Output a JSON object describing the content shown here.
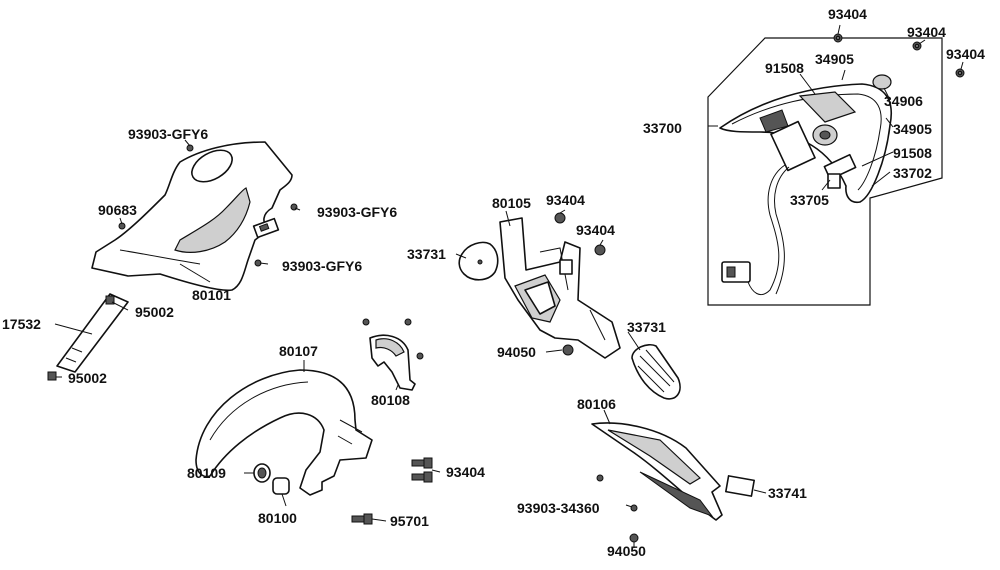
{
  "labels": {
    "p93404_a": "93404",
    "p93404_b": "93404",
    "p93404_c": "93404",
    "p91508_a": "91508",
    "p34905_a": "34905",
    "p34906": "34906",
    "p33700": "33700",
    "p34905_b": "34905",
    "p91508_b": "91508",
    "p33702": "33702",
    "p33705": "33705",
    "p93903_gfy6_a": "93903-GFY6",
    "p93903_gfy6_b": "93903-GFY6",
    "p93903_gfy6_c": "93903-GFY6",
    "p90683": "90683",
    "p80101": "80101",
    "p95002_a": "95002",
    "p17532": "17532",
    "p95002_b": "95002",
    "p80105": "80105",
    "p93404_d": "93404",
    "p93404_e": "93404",
    "p33731_a": "33731",
    "p33731_b": "33731",
    "p94050_a": "94050",
    "p80107": "80107",
    "p80108": "80108",
    "p80109": "80109",
    "p93404_f": "93404",
    "p80100": "80100",
    "p95701": "95701",
    "p80106": "80106",
    "p93903_34360": "93903-34360",
    "p33741": "33741",
    "p94050_b": "94050"
  }
}
